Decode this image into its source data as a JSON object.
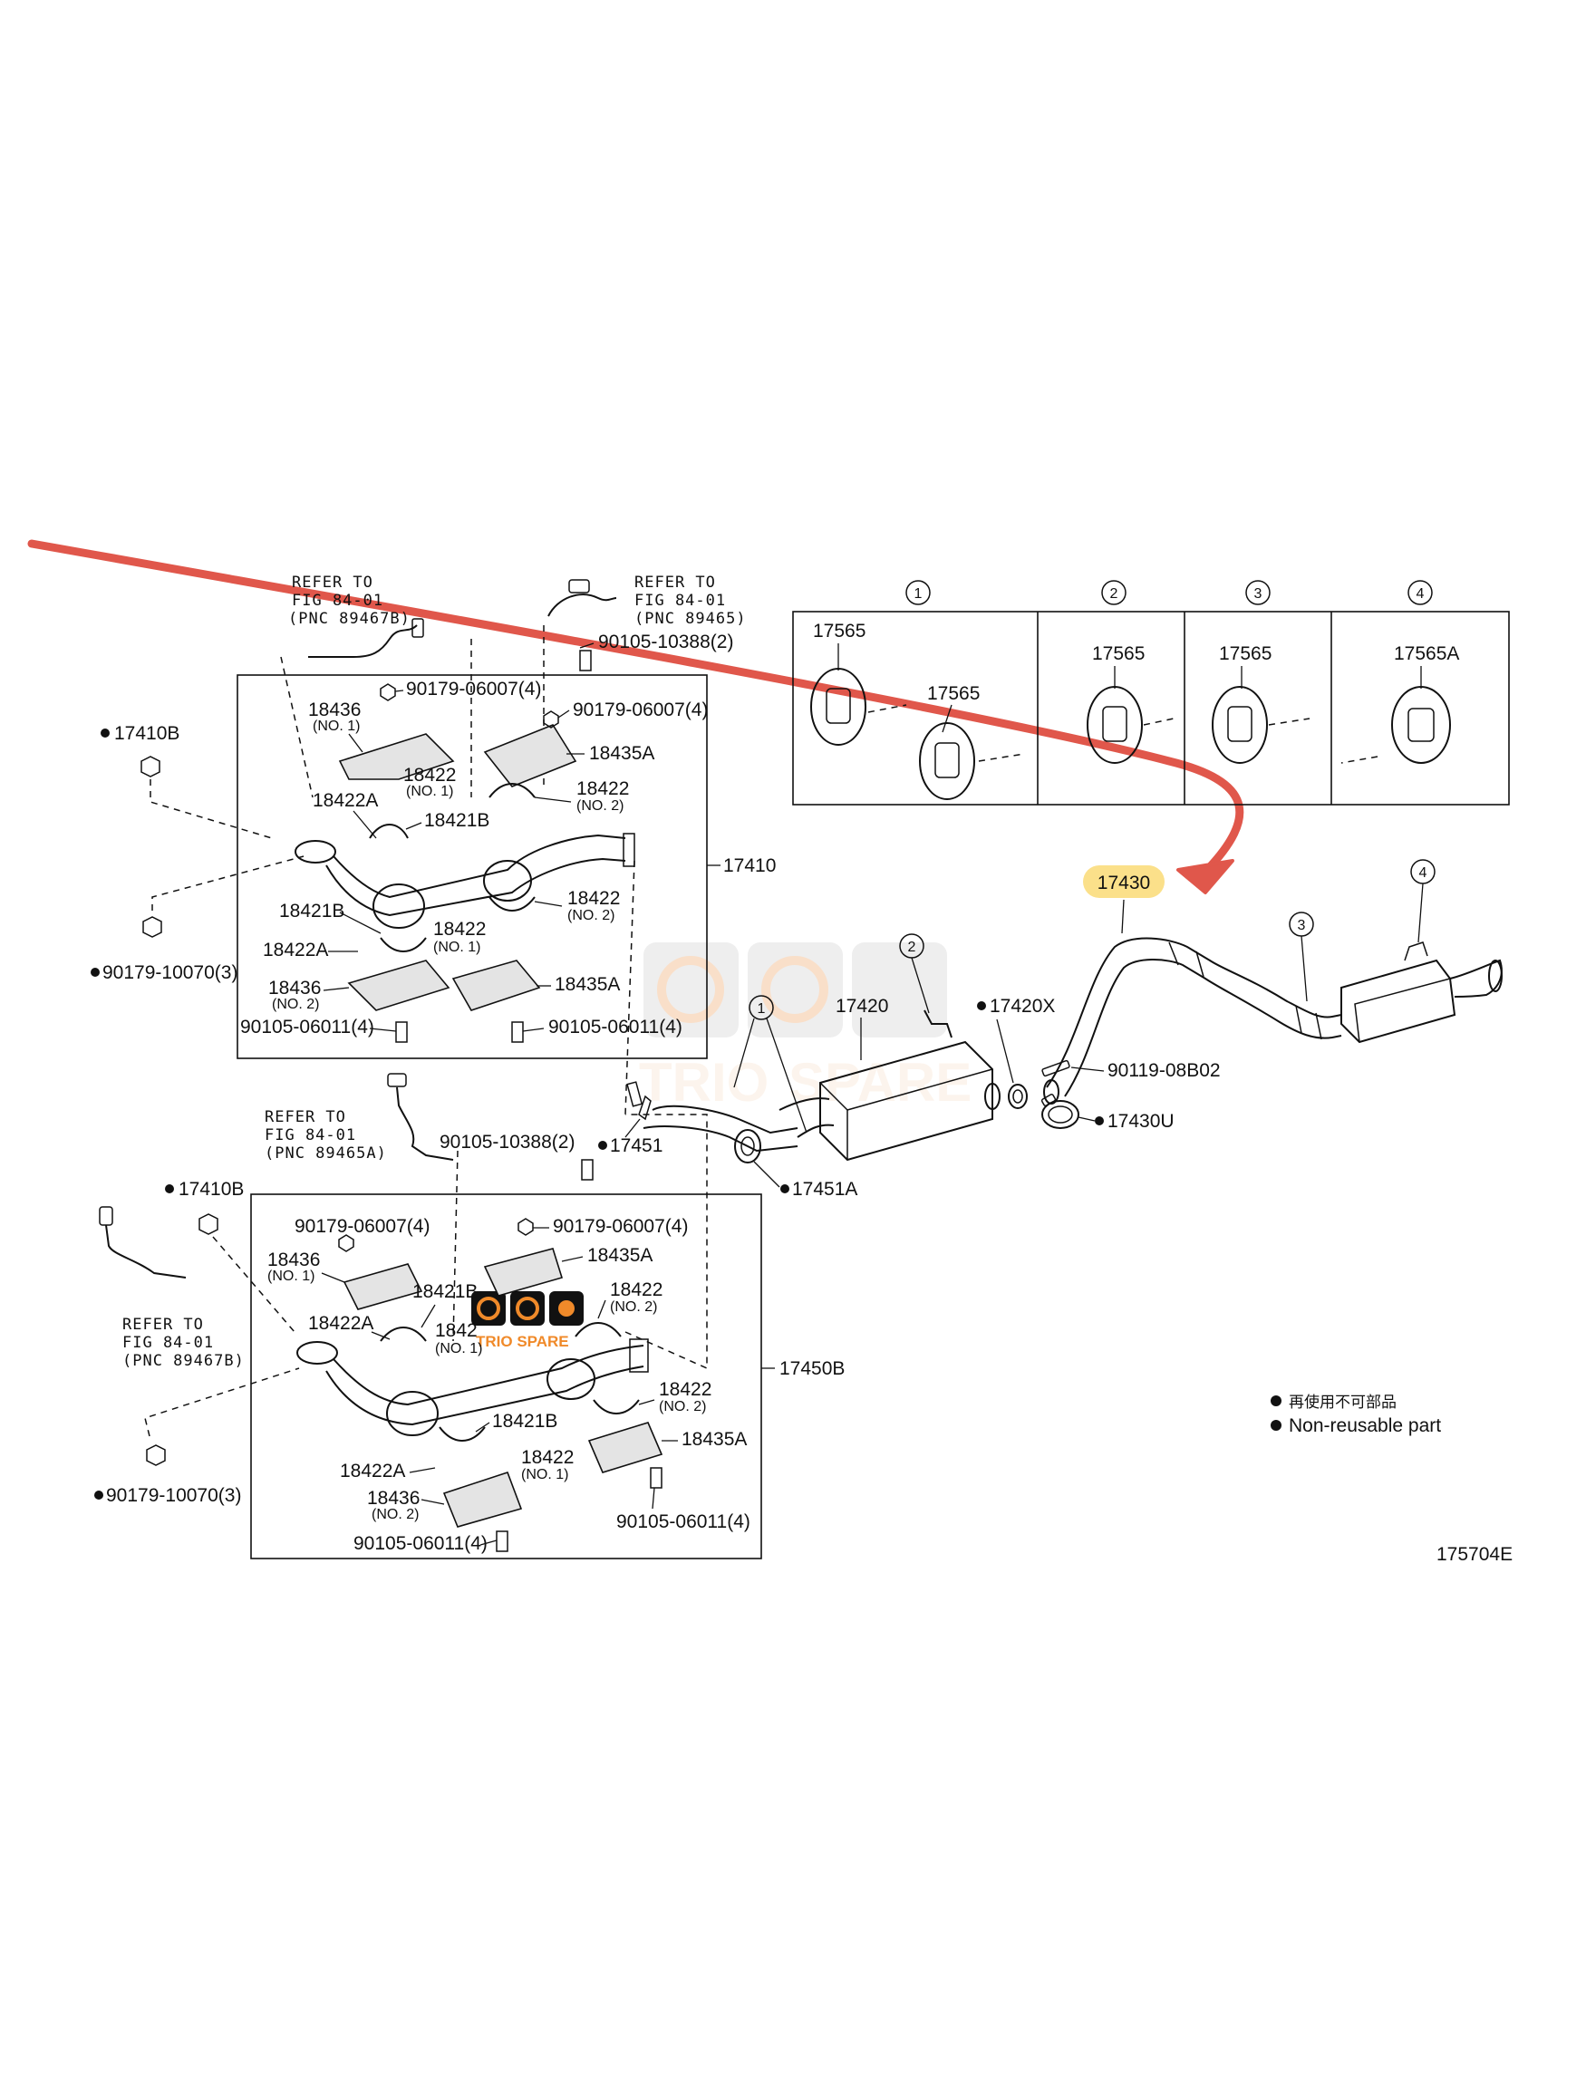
{
  "figure_id": "175704E",
  "legend": {
    "line1": "再使用不可部品",
    "line2": "Non-reusable part"
  },
  "highlight": {
    "part": "17430",
    "color": "#fbe08a",
    "arrow_color": "#e0574b"
  },
  "watermark": {
    "brand_orange": "TRIO",
    "brand_gray": "SPARE",
    "small_text": "TRIO SPARE"
  },
  "hanger_table": {
    "cols": [
      {
        "index": "1",
        "parts": [
          "17565",
          "17565"
        ]
      },
      {
        "index": "2",
        "parts": [
          "17565"
        ]
      },
      {
        "index": "3",
        "parts": [
          "17565"
        ]
      },
      {
        "index": "4",
        "parts": [
          "17565A"
        ]
      }
    ]
  },
  "upper_box": {
    "assy": "17410",
    "refer1": {
      "l1": "REFER TO",
      "l2": "FIG 84-01",
      "l3": "(PNC 89467B)"
    },
    "refer2": {
      "l1": "REFER TO",
      "l2": "FIG 84-01",
      "l3": "(PNC 89465)"
    },
    "bolt_top": "90105-10388(2)",
    "labels": {
      "p90179a": "90179-06007(4)",
      "p90179b": "90179-06007(4)",
      "p18436a": "18436",
      "p18436a_sub": "(NO. 1)",
      "p18435a_top": "18435A",
      "p18422_1": "18422",
      "p18422_1_sub": "(NO. 1)",
      "p18422_2": "18422",
      "p18422_2_sub": "(NO. 2)",
      "p18422a": "18422A",
      "p18421b": "18421B",
      "p18421b2": "18421B",
      "p18422_3": "18422",
      "p18422_3_sub": "(NO. 2)",
      "p18422_4": "18422",
      "p18422_4_sub": "(NO. 1)",
      "p18422a2": "18422A",
      "p18436b": "18436",
      "p18436b_sub": "(NO. 2)",
      "p18435a_bot": "18435A",
      "p90105a": "90105-06011(4)",
      "p90105b": "90105-06011(4)"
    },
    "outside_left": {
      "gasket": "17410B",
      "nut": "90179-10070(3)"
    }
  },
  "lower_box": {
    "assy": "17450B",
    "refer1": {
      "l1": "REFER TO",
      "l2": "FIG 84-01",
      "l3": "(PNC 89465A)"
    },
    "refer2": {
      "l1": "REFER TO",
      "l2": "FIG 84-01",
      "l3": "(PNC 89467B)"
    },
    "bolt_top": "90105-10388(2)",
    "labels": {
      "p90179a": "90179-06007(4)",
      "p90179b": "90179-06007(4)",
      "p18436a": "18436",
      "p18436a_sub": "(NO. 1)",
      "p18435a_top": "18435A",
      "p18421b": "18421B",
      "p18422_top": "18422",
      "p18422_top_sub": "(NO. 2)",
      "p18422a": "18422A",
      "p1842_partial": "1842",
      "p1842_partial_sub": "(NO. 1)",
      "p18422_mid": "18422",
      "p18422_mid_sub": "(NO. 2)",
      "p18421b2": "18421B",
      "p18435a_bot": "18435A",
      "p18422a2": "18422A",
      "p18422_low": "18422",
      "p18422_low_sub": "(NO. 1)",
      "p18436b": "18436",
      "p18436b_sub": "(NO. 2)",
      "p90105a": "90105-06011(4)",
      "p90105b": "90105-06011(4)"
    },
    "outside_left": {
      "gasket": "17410B",
      "nut": "90179-10070(3)"
    }
  },
  "center": {
    "p17451": "17451",
    "p17451a": "17451A",
    "p17420": "17420",
    "p17420x": "17420X",
    "p90119": "90119-08B02",
    "p17430u": "17430U",
    "p17430": "17430",
    "callout1": "1",
    "callout2": "2",
    "callout3": "3",
    "callout4": "4"
  }
}
